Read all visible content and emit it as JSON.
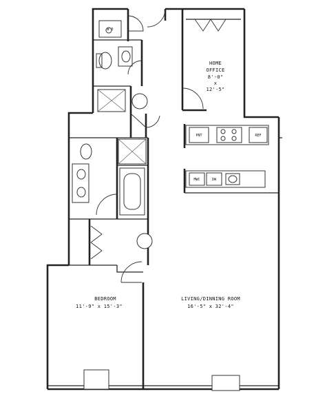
{
  "rooms": {
    "home_office": {
      "name_line1": "HOME",
      "name_line2": "OFFICE",
      "dim_line1": "8'-0\"",
      "dim_x": "x",
      "dim_line2": "12'-5\""
    },
    "bedroom": {
      "name": "BEDROOM",
      "dims": "11'-9\" x 15'-3\""
    },
    "living": {
      "name": "LIVING/DINNING ROOM",
      "dims": "16'-5\" x 32'-4\""
    }
  },
  "appliances": {
    "refrigerator": "REF",
    "dishwasher": "DW",
    "microwave": "MWC",
    "pantry": "PNT",
    "washer_dryer": "W D"
  }
}
